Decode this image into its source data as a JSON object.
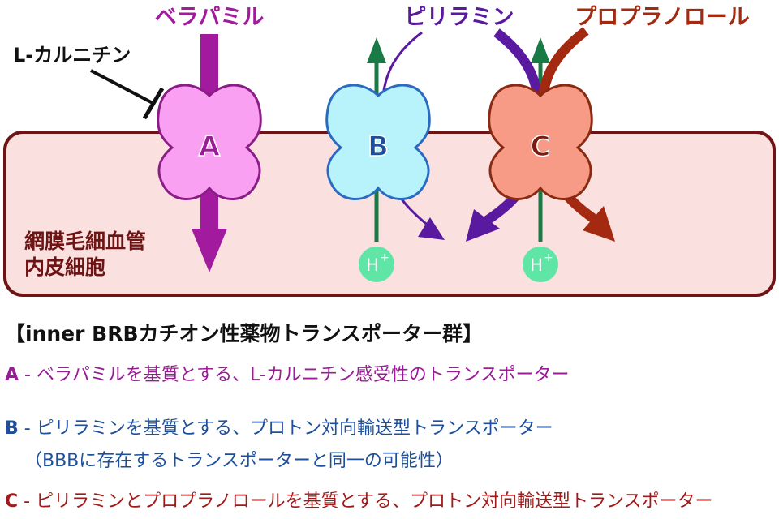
{
  "diagram": {
    "drug_verapamil": "ベラパミル",
    "drug_pyrilamine": "ピリラミン",
    "drug_propranolol": "プロプラノロール",
    "inhibitor": "L-カルニチン",
    "cell_label_line1": "網膜毛細血管",
    "cell_label_line2": "内皮細胞",
    "transporter_a": "A",
    "transporter_b": "B",
    "transporter_c": "C",
    "proton": "H",
    "proton_sup": "+"
  },
  "legend": {
    "heading": "【inner BRBカチオン性薬物トランスポーター群】",
    "a_key": "A",
    "a_text": " - ベラパミルを基質とする、L-カルニチン感受性のトランスポーター",
    "b_key": "B",
    "b_text": " - ピリラミンを基質とする、プロトン対向輸送型トランスポーター",
    "b_sub": "（BBBに存在するトランスポーターと同一の可能性）",
    "c_key": "C",
    "c_text": " - ピリラミンとプロプラノロールを基質とする、プロトン対向輸送型トランスポーター"
  },
  "colors": {
    "verapamil": "#a21a9e",
    "pyrilamine": "#5a1aa0",
    "propranolol": "#a32a10",
    "proton_arrow": "#1a7a45",
    "cell_fill": "#fbe0e0",
    "cell_border": "#6e1414",
    "transporter_a": "#f9a0f2",
    "transporter_b": "#b8f3fb",
    "transporter_c": "#f79b86",
    "proton_circle": "#5fe6a6"
  }
}
